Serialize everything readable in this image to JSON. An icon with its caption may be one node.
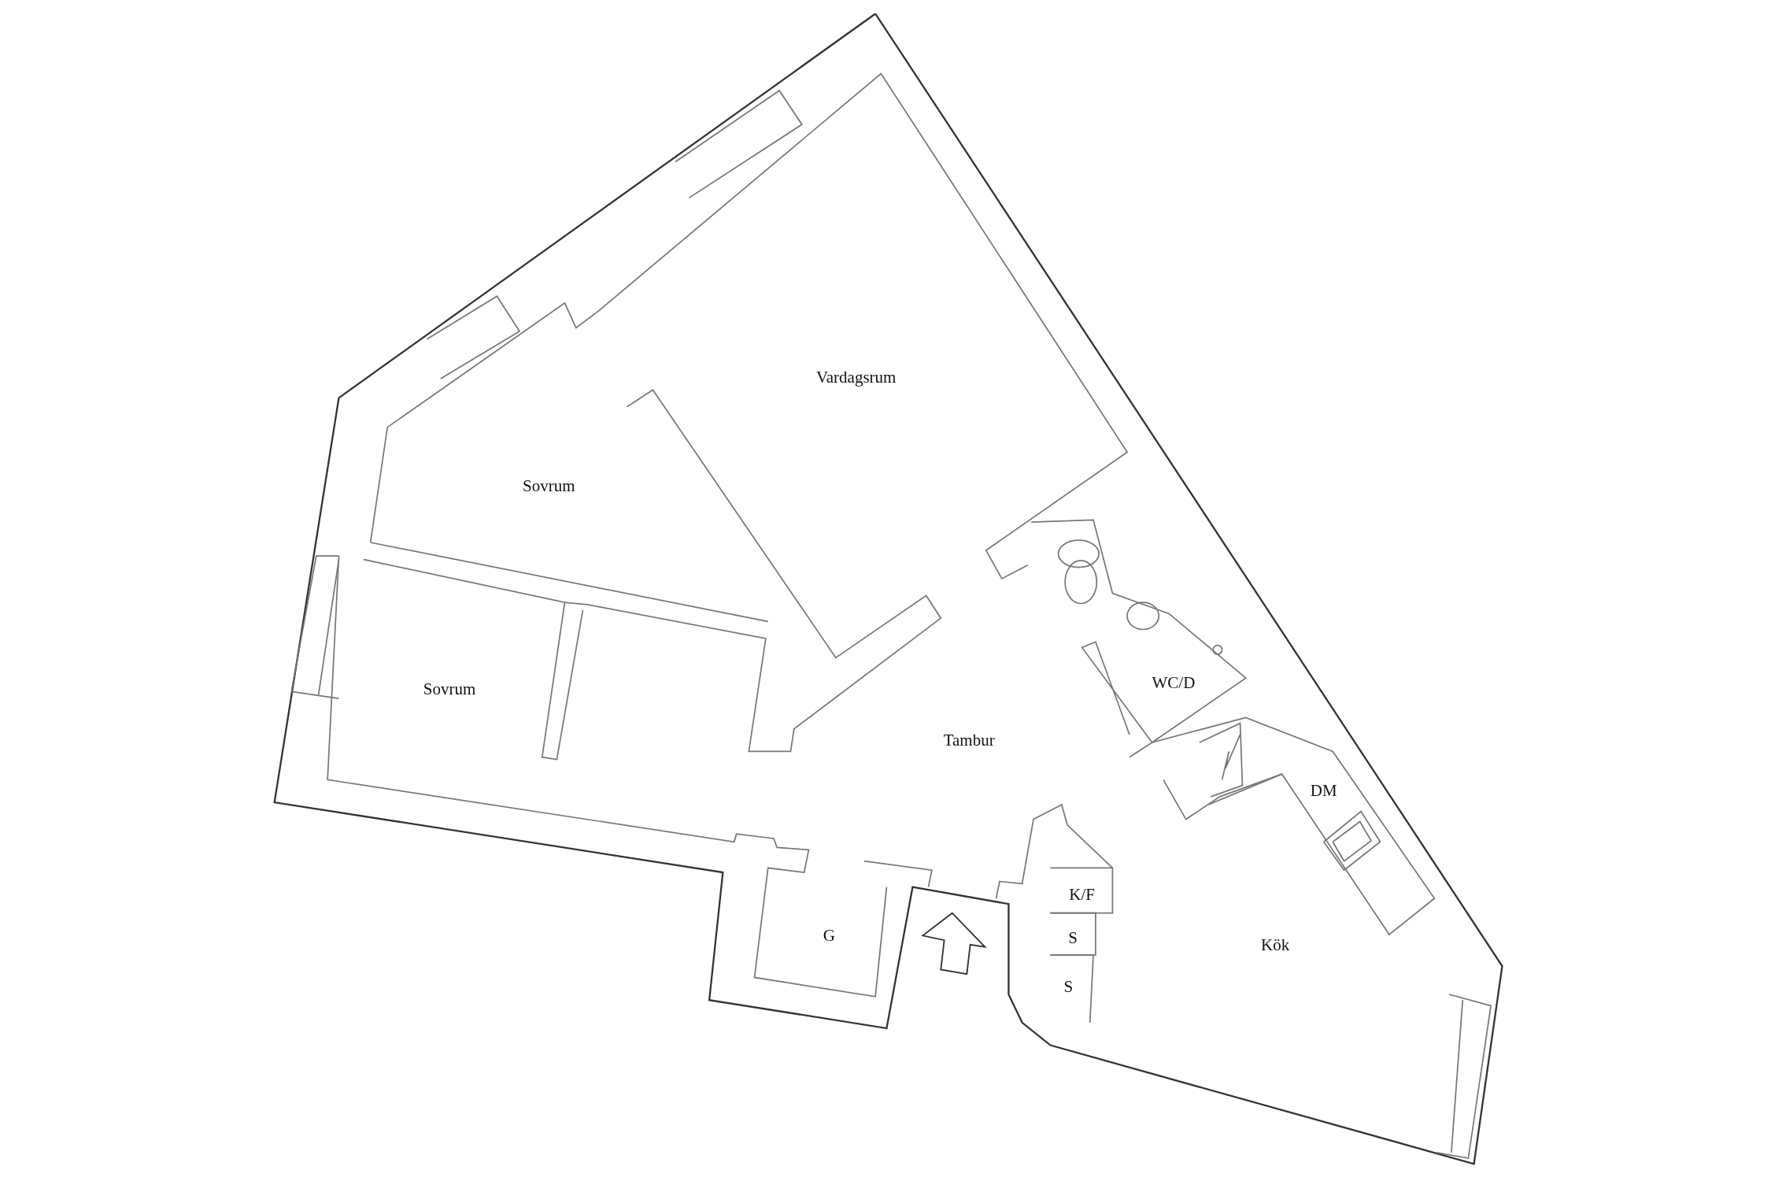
{
  "diagram": {
    "labels": [
      "Vardagsrum",
      "Sovrum",
      "Sovrum",
      "WC/D",
      "Tambur",
      "DM",
      "K/F",
      "G",
      "S",
      "Kök",
      "S"
    ]
  }
}
